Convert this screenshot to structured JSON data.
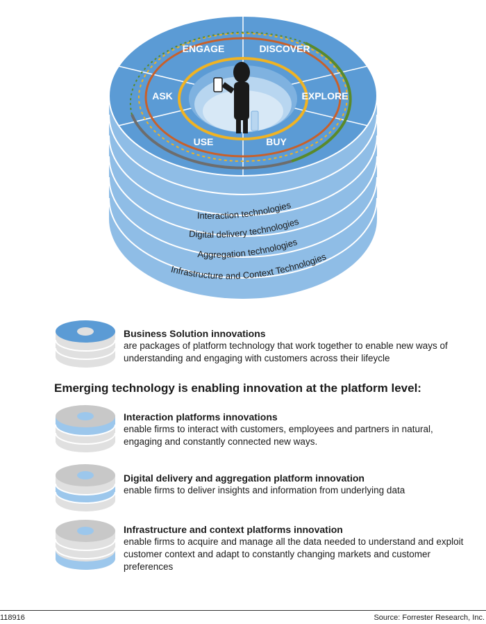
{
  "diagram": {
    "segments": [
      "ENGAGE",
      "DISCOVER",
      "EXPLORE",
      "BUY",
      "USE",
      "ASK"
    ],
    "layers": [
      "Interaction technologies",
      "Digital delivery technologies",
      "Aggregation technologies",
      "Infrastructure and Context Technologies"
    ],
    "colors": {
      "top": "#5b9bd5",
      "side": "#8fbde6",
      "dark": "#3f7fbf",
      "ring_orange": "#c8602a",
      "ring_yellow": "#f0b323",
      "ring_green": "#5a8a2a",
      "ring_gray": "#6d6d6d"
    },
    "center_icon": "person-with-phone-icon"
  },
  "legend": {
    "business": {
      "title": "Business Solution innovations",
      "desc": "are packages of platform technology that work together to enable new ways of understanding and engaging with customers across their lifeycle",
      "icon": "stack-top-highlight-icon"
    },
    "emerging_heading": "Emerging technology is enabling innovation at the platform level:",
    "interaction": {
      "title": "Interaction platforms innovations",
      "desc": "enable firms to interact with customers, employees and partners in natural, engaging and constantly connected new ways.",
      "icon": "stack-layer1-highlight-icon"
    },
    "digital": {
      "title": "Digital delivery and aggregation platform innovation",
      "desc": "enable firms to deliver insights and information from underlying data",
      "icon": "stack-layer23-highlight-icon"
    },
    "infrastructure": {
      "title": "Infrastructure and context platforms innovation",
      "desc": "enable firms to acquire and manage all the data needed to understand and exploit customer context and adapt to constantly changing markets and customer preferences",
      "icon": "stack-layer4-highlight-icon"
    }
  },
  "footer": {
    "id": "118916",
    "source": "Source: Forrester Research, Inc."
  }
}
